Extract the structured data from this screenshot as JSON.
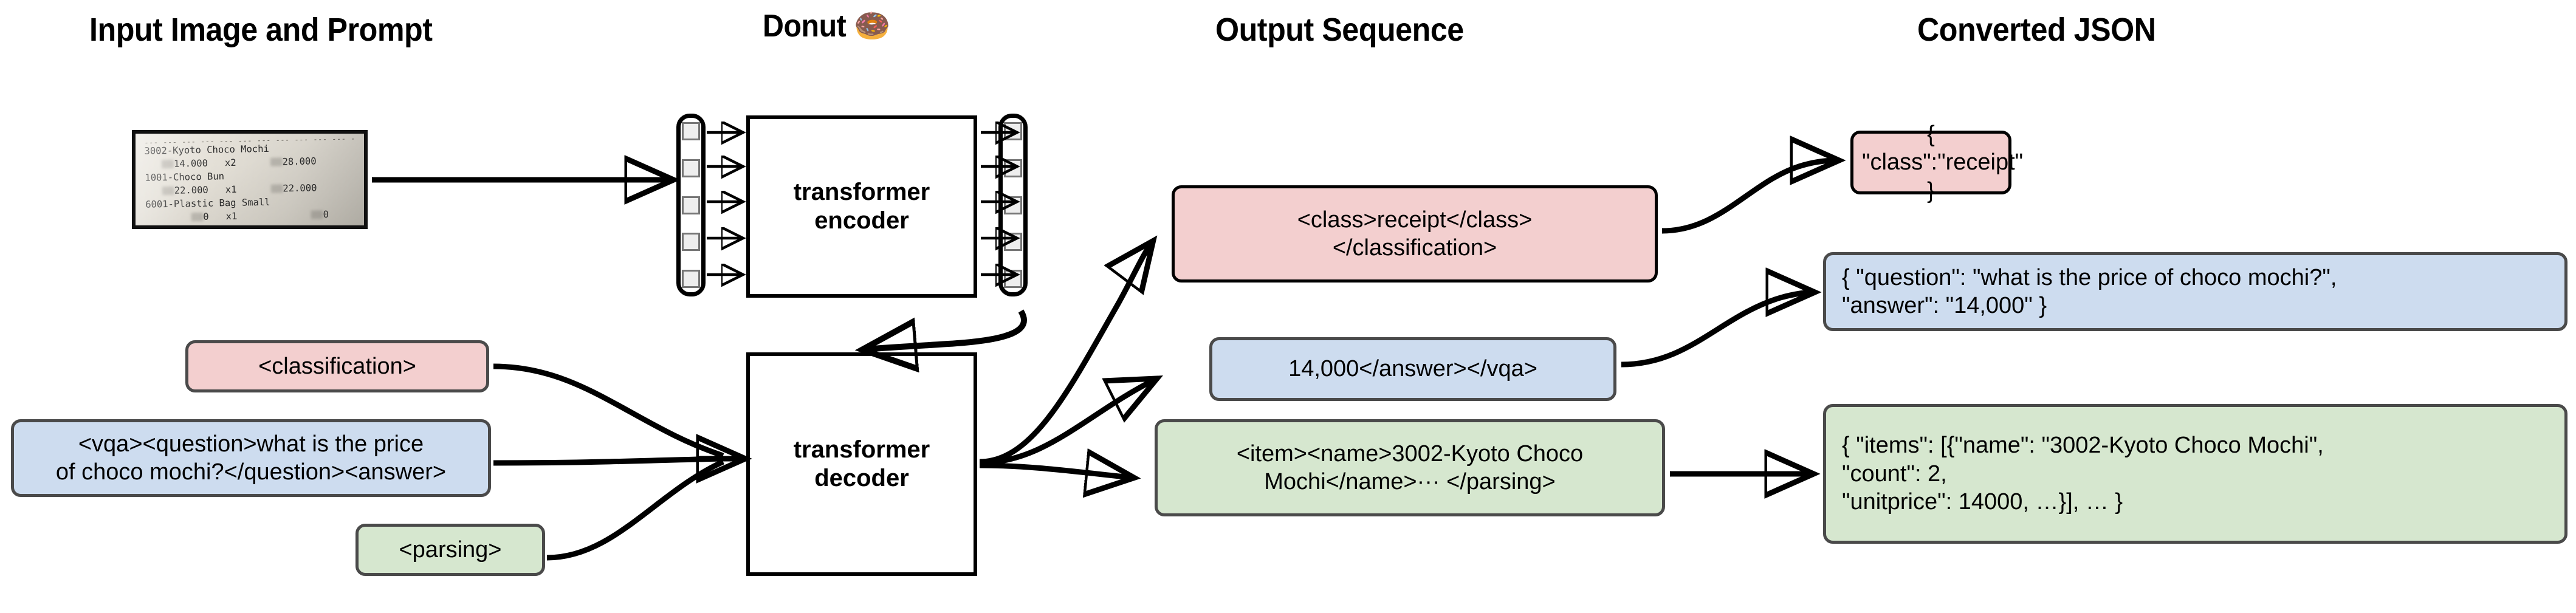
{
  "columns": [
    {
      "id": "input",
      "label": "Input Image and Prompt"
    },
    {
      "id": "donut",
      "label": "Donut 🍩"
    },
    {
      "id": "output",
      "label": "Output Sequence"
    },
    {
      "id": "json",
      "label": "Converted JSON"
    }
  ],
  "receipt": {
    "divider_top": "--- --- --- --- --- --- --- --- --- --- --- --- --- --- --- --- --- --- --- --- --- ---",
    "divider_bottom": "--- --- --- --- --- --- --- --- --- --- --- --- --- --- --- --- --- --- --- --- --- ---",
    "lines": [
      {
        "name": "3002-Kyoto Choco Mochi"
      },
      {
        "price": "14.000",
        "qty": "x2",
        "total": "28.000"
      },
      {
        "name": "1001-Choco Bun"
      },
      {
        "price": "22.000",
        "qty": "x1",
        "total": "22.000"
      },
      {
        "name": "6001-Plastic Bag Small"
      },
      {
        "price": "0",
        "qty": "x1",
        "total": "0"
      }
    ]
  },
  "model": {
    "encoder_label": "transformer\nencoder",
    "decoder_label": "transformer\ndecoder",
    "encoder_input_tokens": 5,
    "encoder_output_tokens": 5
  },
  "prompts": [
    {
      "id": "classification",
      "text": "<classification>",
      "color": "#f3cfcf"
    },
    {
      "id": "vqa",
      "text": "<vqa><question>what is the price\nof choco mochi?</question><answer>",
      "color": "#cddcef"
    },
    {
      "id": "parsing",
      "text": "<parsing>",
      "color": "#d6e7cf"
    }
  ],
  "output_sequence": [
    {
      "id": "class-out",
      "text": "<class>receipt</class>\n</classification>",
      "color": "#f3cfcf"
    },
    {
      "id": "answer-out",
      "text": "14,000</answer></vqa>",
      "color": "#cddcef"
    },
    {
      "id": "parse-out",
      "text": "<item><name>3002-Kyoto Choco\nMochi</name>··· </parsing>",
      "color": "#d6e7cf"
    }
  ],
  "converted_json": [
    {
      "id": "json-class",
      "text": "{ \"class\":\"receipt\" }",
      "color": "#f3cfcf"
    },
    {
      "id": "json-vqa",
      "text": "{ \"question\": \"what is the price of choco mochi?\",\n   \"answer\": \"14,000\" }",
      "color": "#cddcef"
    },
    {
      "id": "json-parse",
      "text": "{ \"items\": [{\"name\": \"3002-Kyoto Choco Mochi\",\n    \"count\": 2,\n    \"unitprice\": 14000, …}], … }",
      "color": "#d6e7cf"
    }
  ],
  "colors": {
    "pink": "#f3cfcf",
    "blue": "#cddcef",
    "green": "#d6e7cf",
    "stroke": "#000000",
    "box_border": "#4a4a4a",
    "token_fill": "#eeeeee",
    "token_border": "#767676"
  }
}
